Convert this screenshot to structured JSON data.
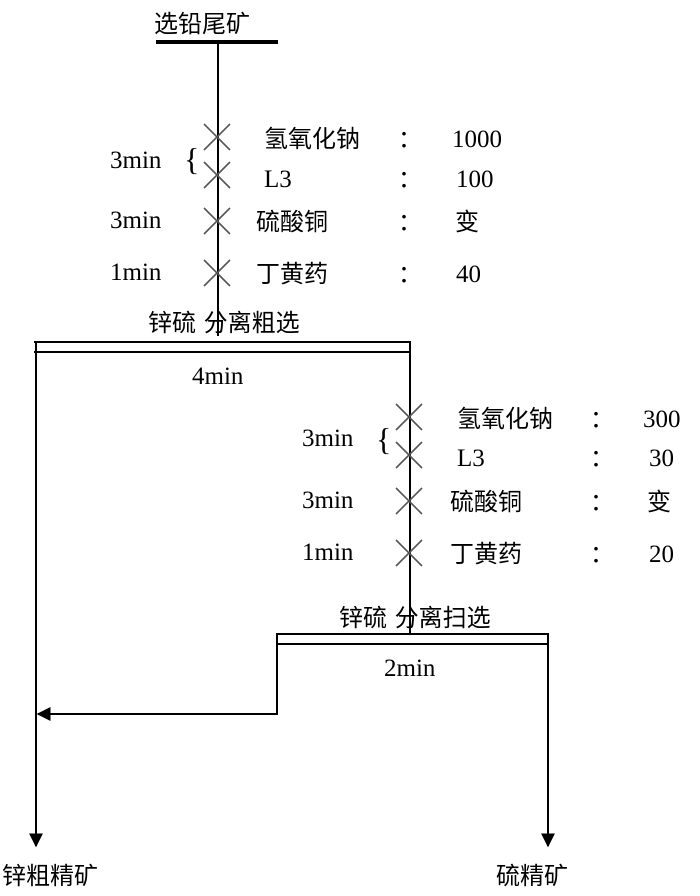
{
  "feed": "选铅尾矿",
  "rougher": {
    "stage": "锌硫 分离粗选",
    "time": "4min",
    "reagents": [
      {
        "time": "3min",
        "name": "氢氧化钠",
        "colon": "：",
        "dose": "1000"
      },
      {
        "time": "",
        "name": "L3",
        "colon": "：",
        "dose": "100"
      },
      {
        "time": "3min",
        "name": "硫酸铜",
        "colon": "：",
        "dose": "变"
      },
      {
        "time": "1min",
        "name": "丁黄药",
        "colon": "：",
        "dose": "40"
      }
    ]
  },
  "scavenger": {
    "stage": "锌硫 分离扫选",
    "time": "2min",
    "reagents": [
      {
        "time": "3min",
        "name": "氢氧化钠",
        "colon": "：",
        "dose": "300"
      },
      {
        "time": "",
        "name": "L3",
        "colon": "：",
        "dose": "30"
      },
      {
        "time": "3min",
        "name": "硫酸铜",
        "colon": "：",
        "dose": "变"
      },
      {
        "time": "1min",
        "name": "丁黄药",
        "colon": "：",
        "dose": "20"
      }
    ]
  },
  "products": {
    "zinc": "锌粗精矿",
    "sulfur": "硫精矿"
  }
}
